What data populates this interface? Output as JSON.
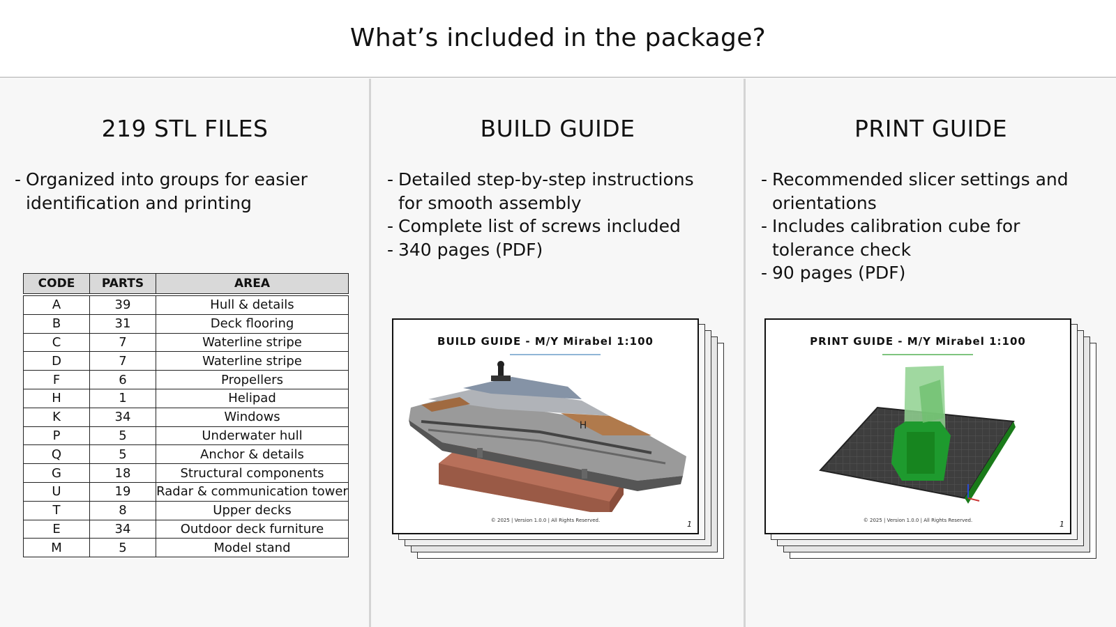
{
  "header": {
    "title": "What’s included in the package?"
  },
  "stl": {
    "title": "219 STL FILES",
    "bullets": [
      "Organized into groups for easier identification and printing"
    ],
    "table": {
      "headers": [
        "CODE",
        "PARTS",
        "AREA"
      ],
      "rows": [
        [
          "A",
          "39",
          "Hull & details"
        ],
        [
          "B",
          "31",
          "Deck flooring"
        ],
        [
          "C",
          "7",
          "Waterline stripe"
        ],
        [
          "D",
          "7",
          "Waterline stripe"
        ],
        [
          "F",
          "6",
          "Propellers"
        ],
        [
          "H",
          "1",
          "Helipad"
        ],
        [
          "K",
          "34",
          "Windows"
        ],
        [
          "P",
          "5",
          "Underwater hull"
        ],
        [
          "Q",
          "5",
          "Anchor & details"
        ],
        [
          "G",
          "18",
          "Structural components"
        ],
        [
          "U",
          "19",
          "Radar & communication tower"
        ],
        [
          "T",
          "8",
          "Upper decks"
        ],
        [
          "E",
          "34",
          "Outdoor deck furniture"
        ],
        [
          "M",
          "5",
          "Model stand"
        ]
      ]
    }
  },
  "build": {
    "title": "BUILD GUIDE",
    "bullets": [
      "Detailed step-by-step instructions for smooth assembly",
      "Complete list of screws included",
      "340 pages (PDF)"
    ],
    "doc": {
      "title": "BUILD GUIDE - M/Y Mirabel 1:100",
      "footer": "© 2025 | Version 1.0.0 | All Rights Reserved.",
      "page": "1",
      "accent": "#8fb6d6",
      "illustration": "yacht-model-on-stand"
    }
  },
  "print": {
    "title": "PRINT GUIDE",
    "bullets": [
      "Recommended slicer settings and orientations",
      "Includes calibration cube for tolerance check",
      "90 pages (PDF)"
    ],
    "doc": {
      "title": "PRINT GUIDE - M/Y Mirabel 1:100",
      "footer": "© 2025 | Version 1.0.0 | All Rights Reserved.",
      "page": "1",
      "accent": "#7ec47e",
      "illustration": "slicer-build-plate-with-green-part"
    }
  }
}
